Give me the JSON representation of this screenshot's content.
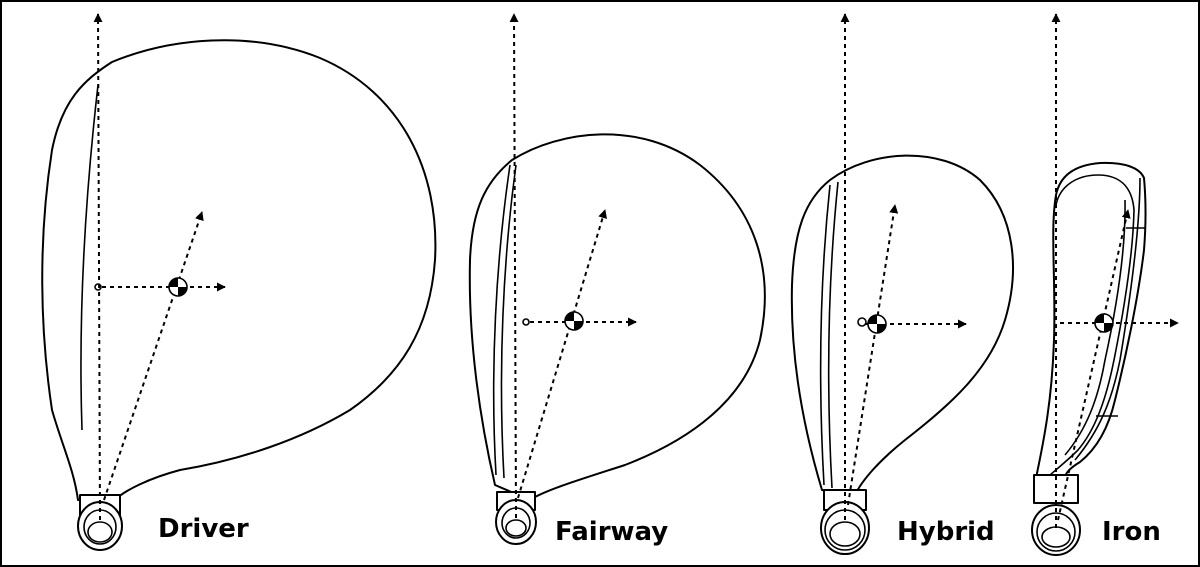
{
  "clubs": [
    {
      "id": "driver",
      "label": "Driver"
    },
    {
      "id": "fairway",
      "label": "Fairway"
    },
    {
      "id": "hybrid",
      "label": "Hybrid"
    },
    {
      "id": "iron",
      "label": "Iron"
    }
  ]
}
